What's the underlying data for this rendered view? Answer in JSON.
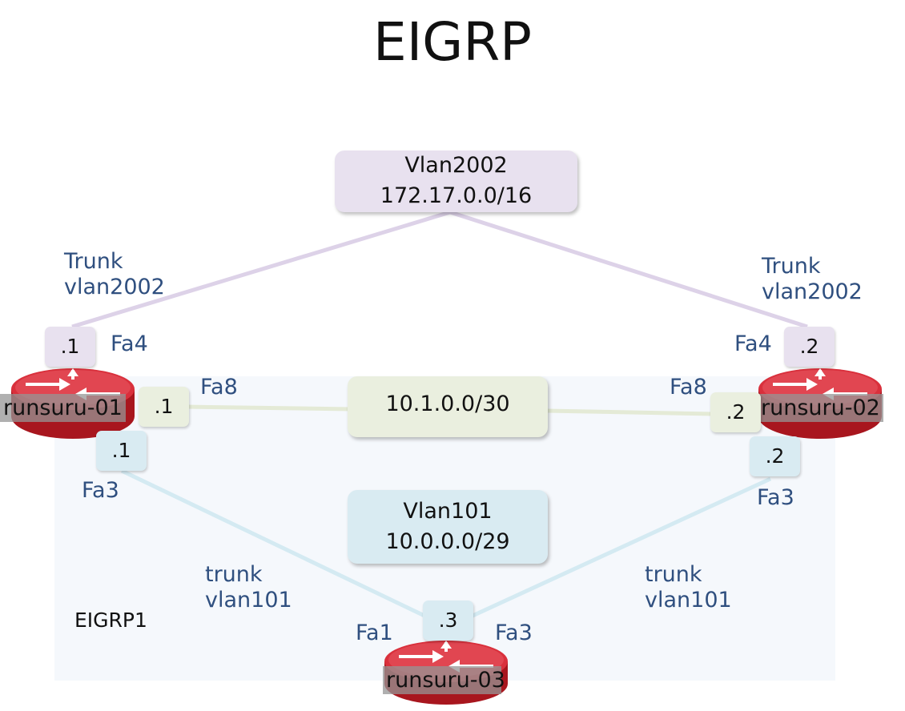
{
  "title": "EIGRP",
  "area_label": "EIGRP1",
  "networks": {
    "vlan2002": {
      "line1": "Vlan2002",
      "line2": "172.17.0.0/16",
      "color": "#e8e1ef"
    },
    "p2p": {
      "line1": "10.1.0.0/30",
      "color": "#eaefdf"
    },
    "vlan101": {
      "line1": "Vlan101",
      "line2": "10.0.0.0/29",
      "color": "#d9ebf2"
    }
  },
  "links": {
    "vlan2002_color": "#ddd2e8",
    "p2p_color": "#e4ead6",
    "vlan101_color": "#d4eaf2"
  },
  "routers": {
    "r1": {
      "name": "runsuru-01",
      "addr_vlan2002": ".1",
      "addr_p2p": ".1",
      "addr_vlan101": ".1",
      "if_vlan2002": "Fa4",
      "if_p2p": "Fa8",
      "if_vlan101": "Fa3",
      "trunk_top": "Trunk\nvlan2002",
      "trunk_bottom": "trunk\nvlan101"
    },
    "r2": {
      "name": "runsuru-02",
      "addr_vlan2002": ".2",
      "addr_p2p": ".2",
      "addr_vlan101": ".2",
      "if_vlan2002": "Fa4",
      "if_p2p": "Fa8",
      "if_vlan101": "Fa3",
      "trunk_top": "Trunk\nvlan2002",
      "trunk_bottom": "trunk\nvlan101"
    },
    "r3": {
      "name": "runsuru-03",
      "addr_vlan101": ".3",
      "if_left": "Fa1",
      "if_right": "Fa3"
    }
  },
  "colors": {
    "router_red": "#d9303c",
    "router_dark": "#a8161e",
    "router_top": "#e85a62",
    "label_blue": "#2f4f7f"
  }
}
